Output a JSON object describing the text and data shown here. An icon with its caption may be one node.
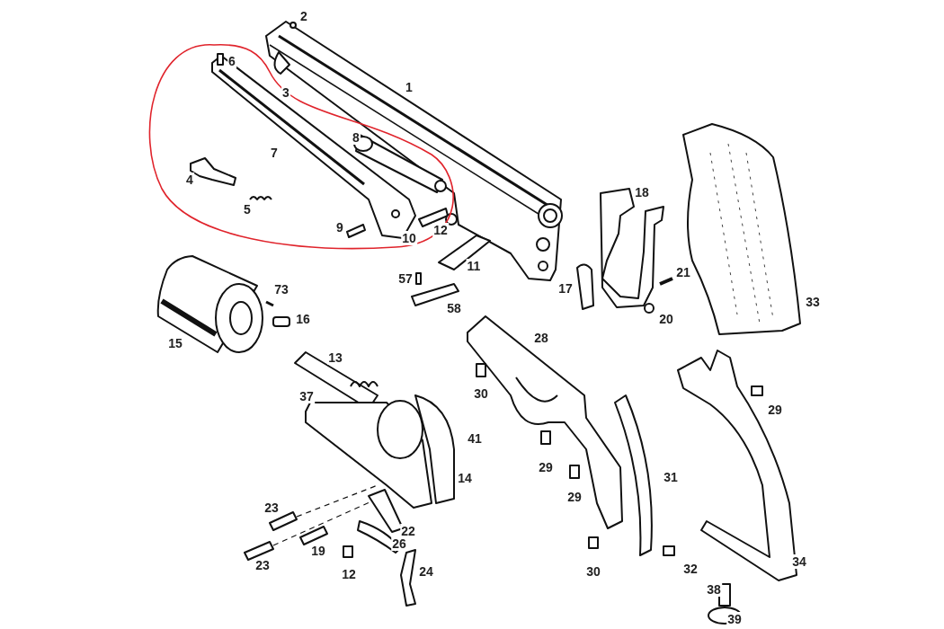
{
  "diagram": {
    "labels": [
      "2",
      "6",
      "1",
      "3",
      "8",
      "7",
      "4",
      "18",
      "5",
      "9",
      "12",
      "10",
      "11",
      "21",
      "73",
      "57",
      "17",
      "33",
      "58",
      "16",
      "20",
      "15",
      "28",
      "13",
      "37",
      "30",
      "29",
      "41",
      "29",
      "14",
      "31",
      "29",
      "23",
      "22",
      "26",
      "19",
      "23",
      "12",
      "24",
      "30",
      "32",
      "34",
      "38",
      "39"
    ]
  }
}
